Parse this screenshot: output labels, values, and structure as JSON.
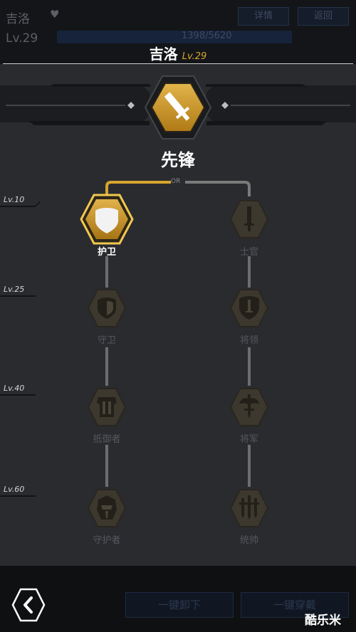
{
  "background": {
    "character_name": "吉洛",
    "level_text": "Lv.29",
    "exp_text": "1398/5620",
    "button_1": "详情",
    "button_2": "返回"
  },
  "header": {
    "character_name": "吉洛",
    "level": "Lv.29"
  },
  "current_class": {
    "name": "先锋",
    "icon": "sword-icon"
  },
  "branch_divider": "OR",
  "level_markers": [
    "Lv.10",
    "Lv.25",
    "Lv.40",
    "Lv.60"
  ],
  "tree": {
    "left": [
      {
        "name": "护卫",
        "icon": "shield-icon",
        "state": "active"
      },
      {
        "name": "守卫",
        "icon": "shield-icon",
        "state": "locked"
      },
      {
        "name": "抵御者",
        "icon": "armor-icon",
        "state": "locked"
      },
      {
        "name": "守护者",
        "icon": "helmet-icon",
        "state": "locked"
      }
    ],
    "right": [
      {
        "name": "士官",
        "icon": "dagger-icon",
        "state": "locked"
      },
      {
        "name": "将领",
        "icon": "dagger-icon",
        "state": "locked"
      },
      {
        "name": "将军",
        "icon": "winged-sword-icon",
        "state": "locked"
      },
      {
        "name": "统帅",
        "icon": "triple-sword-icon",
        "state": "locked"
      }
    ]
  },
  "bottom": {
    "back_icon": "chevron-left-icon",
    "button_1": "一键卸下",
    "button_2": "一键穿戴",
    "watermark": "酷乐米"
  },
  "colors": {
    "gold": "#d7a52c",
    "locked": "#3f3b33",
    "background": "#2a2b2f"
  }
}
